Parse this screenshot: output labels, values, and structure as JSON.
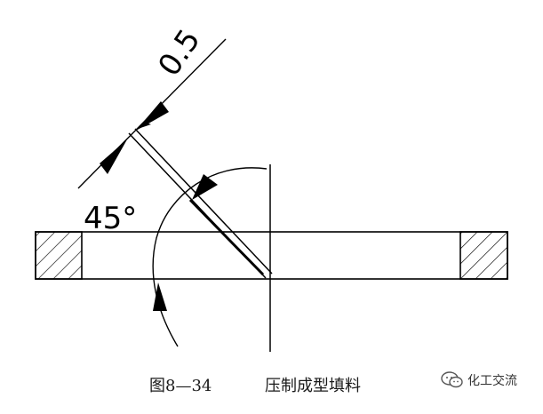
{
  "figure": {
    "dimension_thickness": "0.5",
    "dimension_angle": "45°"
  },
  "caption": {
    "number": "图8—34",
    "title": "压制成型填料"
  },
  "watermark": {
    "icon": "wechat-icon",
    "text": "化工交流"
  }
}
